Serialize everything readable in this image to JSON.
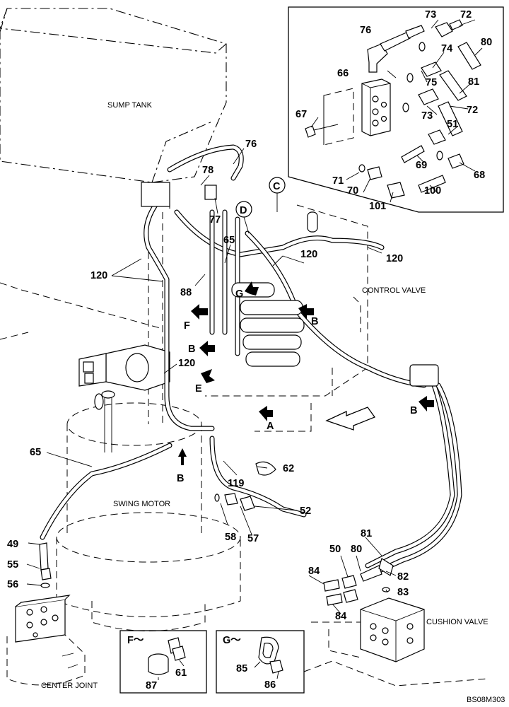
{
  "labels": {
    "sump_tank": "SUMP TANK",
    "control_valve": "CONTROL VALVE",
    "swing_motor": "SWING MOTOR",
    "center_joint": "CENTER JOINT",
    "cushion_valve": "CUSHION VALVE",
    "drawing_code": "BS08M303"
  },
  "callouts": {
    "c76_top": "76",
    "c73_top": "73",
    "c72_top": "72",
    "c80_top": "80",
    "c74": "74",
    "c66": "66",
    "c75": "75",
    "c81_top": "81",
    "c72_mid": "72",
    "c67": "67",
    "c73_mid": "73",
    "c51": "51",
    "c69": "69",
    "c68": "68",
    "c71": "71",
    "c70": "70",
    "c100": "100",
    "c101": "101",
    "c76_main": "76",
    "c78": "78",
    "c77": "77",
    "c65_main": "65",
    "c120_a": "120",
    "c120_b": "120",
    "c120_c": "120",
    "c120_d": "120",
    "c88": "88",
    "c65_left": "65",
    "c62": "62",
    "c119": "119",
    "c52": "52",
    "c58": "58",
    "c57": "57",
    "c49": "49",
    "c55": "55",
    "c56": "56",
    "c81_low": "81",
    "c50": "50",
    "c80_low": "80",
    "c82": "82",
    "c84_a": "84",
    "c83": "83",
    "c84_b": "84",
    "c61": "61",
    "c87": "87",
    "c85": "85",
    "c86": "86"
  },
  "view_markers": {
    "C": "C",
    "D": "D",
    "G": "G",
    "F": "F",
    "E": "E",
    "A": "A",
    "B1": "B",
    "B2": "B",
    "B3": "B",
    "B4": "B"
  },
  "detail_titles": {
    "F": "F～",
    "G": "G～"
  }
}
